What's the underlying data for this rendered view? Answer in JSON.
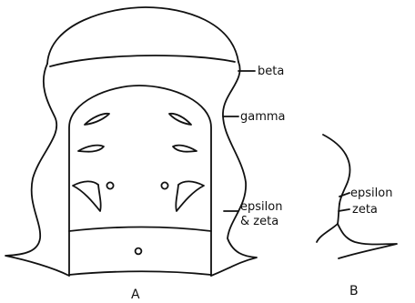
{
  "figure_a": {
    "caption": "A",
    "labels": {
      "beta": "beta",
      "gamma": "gamma",
      "epsilon": "epsilon",
      "zeta": "& zeta"
    }
  },
  "figure_b": {
    "caption": "B",
    "labels": {
      "epsilon": "epsilon",
      "zeta": "zeta"
    }
  }
}
